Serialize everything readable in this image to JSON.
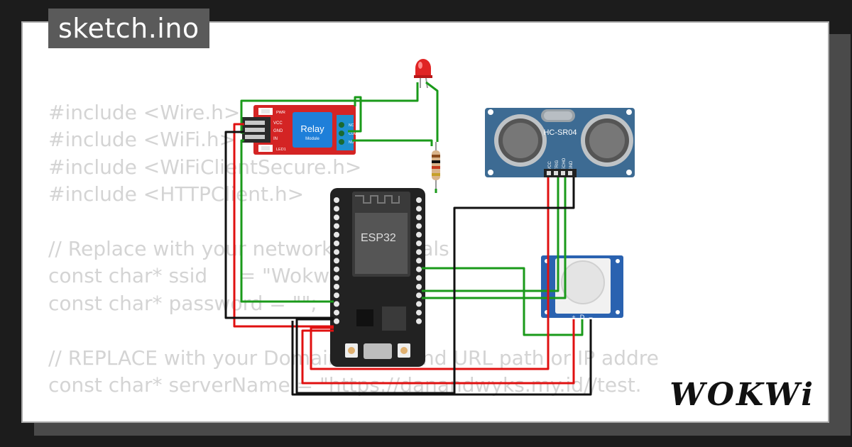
{
  "header": {
    "title": "sketch.ino"
  },
  "code_lines": [
    "#include <Wire.h>",
    "#include <WiFi.h>",
    "#include <WiFiClientSecure.h>",
    "#include <HTTPClient.h>",
    "",
    "// Replace with your network credentials",
    "const char* ssid     = \"Wokwi-GUEST\";",
    "const char* password = \"\";",
    "",
    "// REPLACE with your Domain name and URL path or IP addre",
    "const char* serverName = \"https://danandwyks.my.id//test."
  ],
  "components": {
    "relay": {
      "title": "Relay",
      "subtitle": "Module",
      "pins": [
        "VCC",
        "GND",
        "IN"
      ],
      "leds": [
        "PWR",
        "LED1"
      ],
      "contacts": [
        "NO",
        "COM",
        "NC"
      ]
    },
    "esp32": {
      "label": "ESP32"
    },
    "ultrasonic": {
      "label": "HC-SR04",
      "pins": [
        "VCC",
        "TRIG",
        "ECHO",
        "GND"
      ]
    },
    "pir": {
      "pins": [
        "+",
        "D",
        "–"
      ]
    }
  },
  "brand": "WOKWi",
  "colors": {
    "background": "#1c1c1c",
    "card": "#ffffff",
    "wire_green": "#1a9a1a",
    "wire_red": "#e01010",
    "wire_black": "#111111",
    "relay_board": "#d42424",
    "esp_board": "#222222",
    "sensor_board": "#3d6b93"
  }
}
